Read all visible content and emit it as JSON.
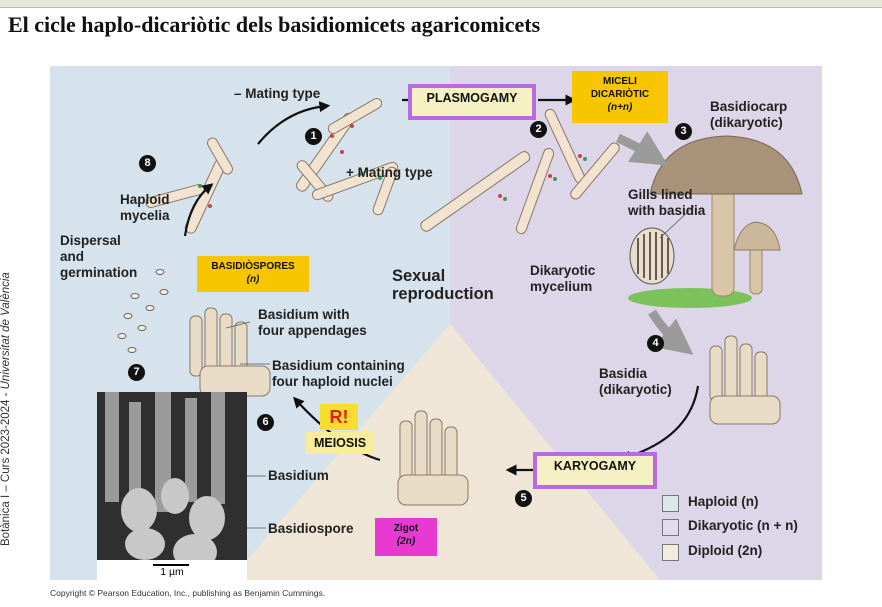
{
  "title": "El cicle haplo-dicariòtic dels basidiomicets agaricomicets",
  "sidebar": {
    "prefix": "Botànica I – Curs 2023-2024 - ",
    "university": "Universitat de València"
  },
  "copyright": "Copyright © Pearson Education, Inc., publishing as Benjamin Cummings.",
  "labels": {
    "minus_mating": "– Mating type",
    "plus_mating": "+ Mating type",
    "haploid_mycelia": "Haploid\nmycelia",
    "dispersal": "Dispersal\nand\ngermination",
    "basidiocarp": "Basidiocarp\n(dikaryotic)",
    "gills": "Gills lined\nwith basidia",
    "sexual": "Sexual\nreproduction",
    "dikaryotic_mycelium": "Dikaryotic\nmycelium",
    "basidium_four": "Basidium with\nfour appendages",
    "basidium_containing": "Basidium containing\nfour haploid nuclei",
    "basidia_dik": "Basidia\n(dikaryotic)",
    "basidium": "Basidium",
    "basidiospore": "Basidiospore",
    "scale": "1 µm"
  },
  "steps": [
    "1",
    "2",
    "3",
    "4",
    "5",
    "6",
    "7",
    "8"
  ],
  "stages": {
    "plasmogamy": "PLASMOGAMY",
    "karyogamy": "KARYOGAMY",
    "meiosis": "MEIOSIS",
    "r": "R!"
  },
  "notes": {
    "miceli": "MICELI\nDICARIÒTIC",
    "miceli_ploidy": "(n+n)",
    "basidiospores": "BASIDIÒSPORES",
    "basidiospores_ploidy": "(n)",
    "zigot": "Zigot",
    "zigot_ploidy": "(2n)"
  },
  "legend": [
    {
      "label": "Haploid (n)",
      "color": "#dde6ee"
    },
    {
      "label": "Dikaryotic (n + n)",
      "color": "#e1dbec"
    },
    {
      "label": "Diploid (2n)",
      "color": "#f2ece0"
    }
  ],
  "colors": {
    "haploid_bg": "#d6e3ec",
    "dikaryotic_bg": "#ddd5e8",
    "diploid_bg": "#efe6d7",
    "stage_border": "#b96ae0",
    "note_yellow": "#f7c600",
    "note_magenta": "#e83ad0"
  }
}
